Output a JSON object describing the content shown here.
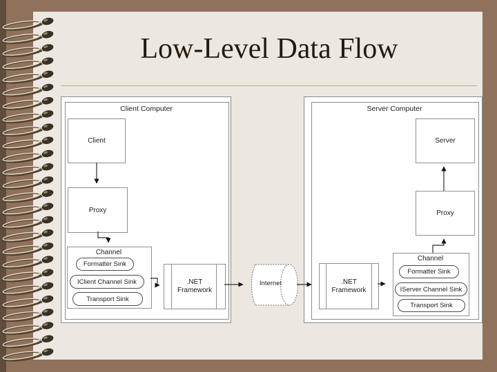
{
  "slide": {
    "title": "Low-Level Data Flow"
  },
  "diagram": {
    "client": {
      "frame_label": "Client Computer",
      "client_label": "Client",
      "proxy_label": "Proxy",
      "channel_label": "Channel",
      "sinks": [
        "Formatter Sink",
        "IClient Channel Sink",
        "Transport Sink"
      ],
      "framework_label": ".NET Framework"
    },
    "server": {
      "frame_label": "Server Computer",
      "server_label": "Server",
      "proxy_label": "Proxy",
      "channel_label": "Channel",
      "sinks": [
        "Formatter Sink",
        "IServer Channel Sink",
        "Transport Sink"
      ],
      "framework_label": ".NET Framework"
    },
    "internet_label": "Internet"
  },
  "colors": {
    "background": "#8F715C",
    "page": "#ECE8E1",
    "title_text": "#241A10",
    "separator": "#B9A987",
    "box_border": "#8A8A8A",
    "arrow": "#2B2B2B"
  },
  "binding": {
    "icon": "spiral-binding-icon",
    "coil_count": 26
  }
}
